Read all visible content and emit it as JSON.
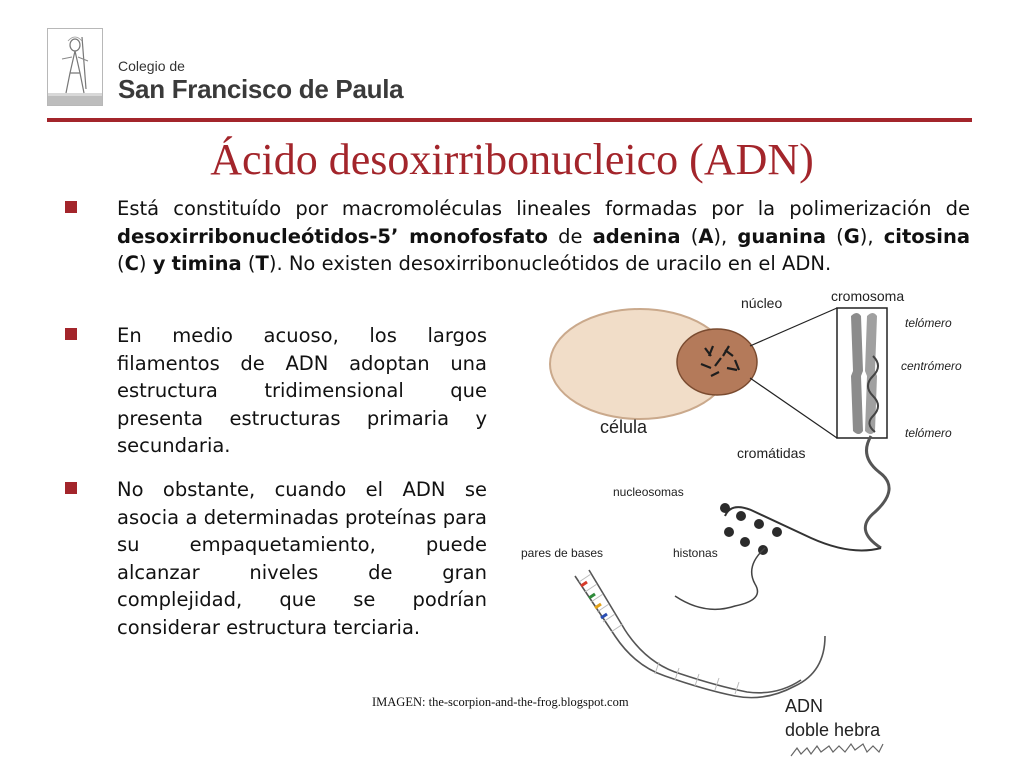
{
  "header": {
    "logo_line1": "Colegio de",
    "logo_line2": "San Francisco de Paula"
  },
  "slide": {
    "title": "Ácido desoxirribonucleico (ADN)"
  },
  "bullets": [
    {
      "parts": [
        {
          "t": "Está constituído por macromoléculas lineales formadas por la polimerización de "
        },
        {
          "t": "desoxirribonucleótidos-5’ monofosfato",
          "b": true
        },
        {
          "t": " de "
        },
        {
          "t": "adenina",
          "b": true
        },
        {
          "t": " ("
        },
        {
          "t": "A",
          "b": true
        },
        {
          "t": "), "
        },
        {
          "t": "guanina",
          "b": true
        },
        {
          "t": " ("
        },
        {
          "t": "G",
          "b": true
        },
        {
          "t": "), "
        },
        {
          "t": "citosina",
          "b": true
        },
        {
          "t": " ("
        },
        {
          "t": "C",
          "b": true
        },
        {
          "t": ") "
        },
        {
          "t": "y",
          "b": true
        },
        {
          "t": " "
        },
        {
          "t": "timina",
          "b": true
        },
        {
          "t": " ("
        },
        {
          "t": "T",
          "b": true
        },
        {
          "t": "). No existen desoxirribonucleótidos de uracilo en el ADN."
        }
      ]
    },
    {
      "parts": [
        {
          "t": "En medio acuoso, los largos filamentos de ADN adoptan una estructura tridimensional que presenta estructuras primaria y secundaria."
        }
      ]
    },
    {
      "parts": [
        {
          "t": "No obstante, cuando el ADN se asocia a determinadas proteínas para su empaquetamiento, puede alcanzar niveles de gran complejidad, que se podrían considerar estructura terciaria."
        }
      ]
    }
  ],
  "diagram": {
    "labels": {
      "nucleo": "núcleo",
      "cromosoma": "cromosoma",
      "telomero_top": "telómero",
      "centromero": "centrómero",
      "celula": "célula",
      "telomero_bottom": "telómero",
      "cromatidas": "cromátidas",
      "nucleosomas": "nucleosomas",
      "pares_de_bases": "pares de bases",
      "histonas": "histonas",
      "adn": "ADN",
      "doble_hebra": "doble hebra"
    }
  },
  "credit": "IMAGEN: the-scorpion-and-the-frog.blogspot.com",
  "colors": {
    "accent": "#a3252b",
    "nucleus": "#b47a5a",
    "cell": "#f1ddc8",
    "chromosome": "#8c8c8c"
  }
}
